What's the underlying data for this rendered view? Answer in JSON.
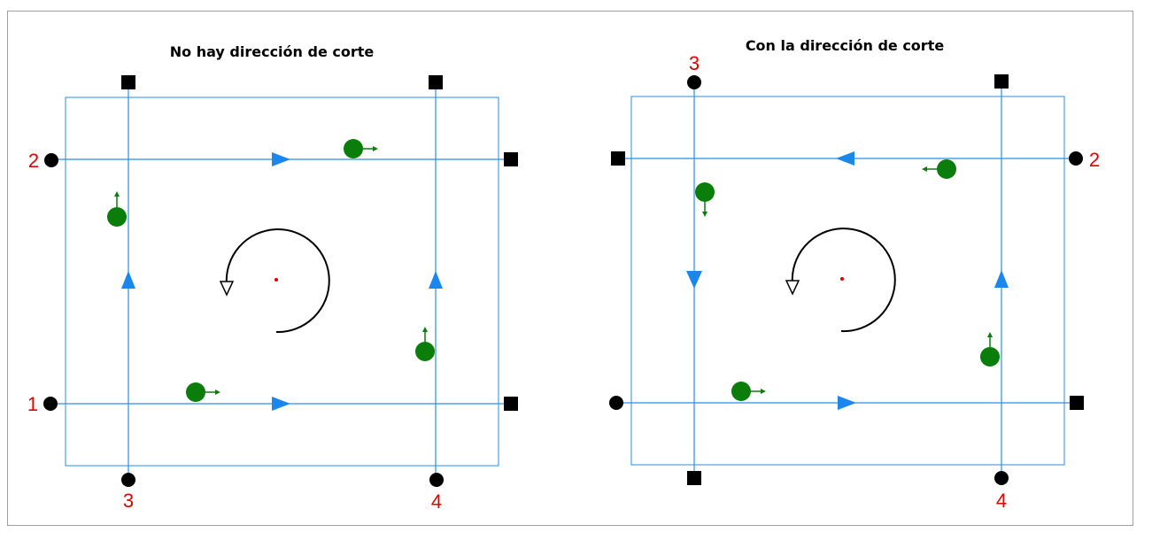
{
  "colors": {
    "line": "#2a8fe0",
    "pass_arrow": "#1a86ee",
    "tool": "#0a7d0a",
    "marker": "#000000",
    "label": "#e00000",
    "center": "#e00000",
    "frame": "#a0a0a0"
  },
  "panels": [
    {
      "title": "No hay dirección de corte",
      "labels": [
        "2",
        "1",
        "3",
        "4"
      ],
      "start_marker": "circle",
      "end_marker": "square"
    },
    {
      "title": "Con la dirección de corte",
      "labels": [
        "3",
        "2",
        "4"
      ],
      "start_marker": "circle",
      "end_marker": "square"
    }
  ]
}
